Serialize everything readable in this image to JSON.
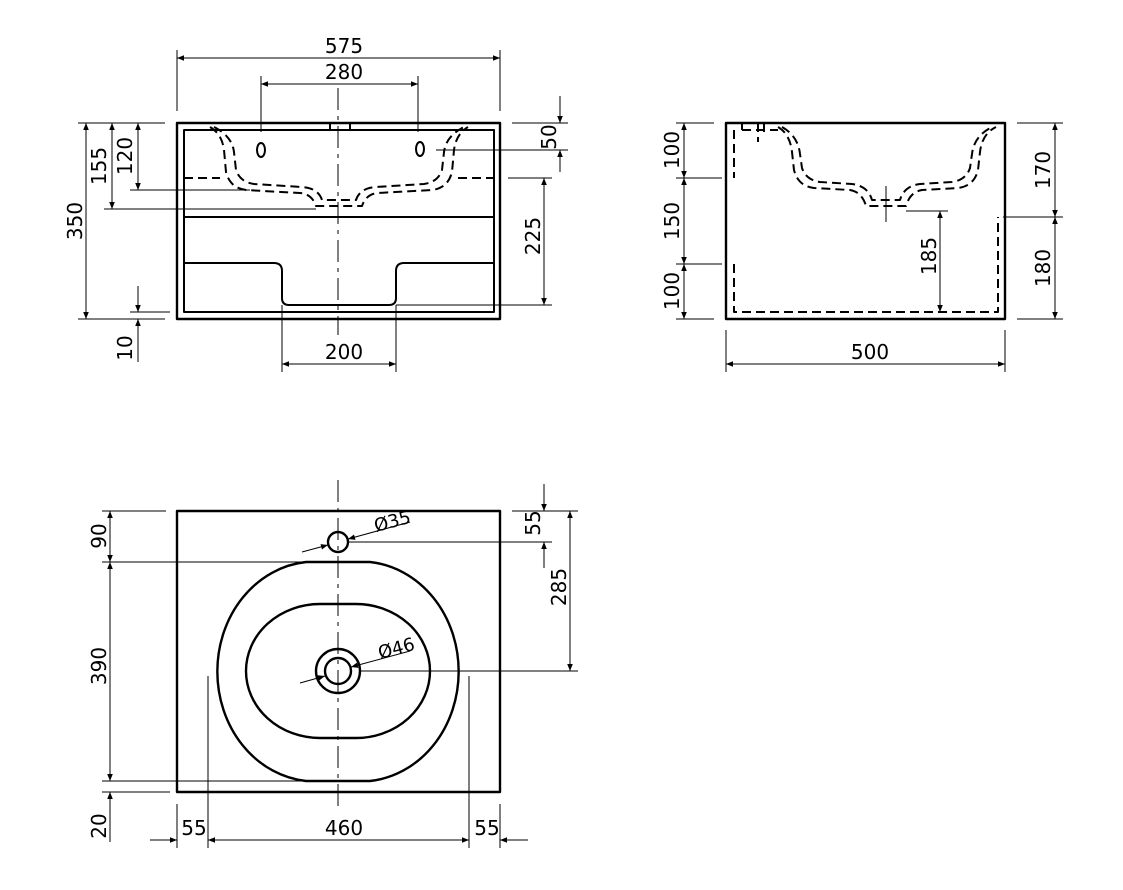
{
  "front_view": {
    "width_total": "575",
    "tap_spacing": "280",
    "height_total": "350",
    "height_155": "155",
    "height_120": "120",
    "offset_50": "50",
    "height_225": "225",
    "bottom_10": "10",
    "drawer_notch": "200"
  },
  "side_view": {
    "depth_total": "500",
    "left_100_top": "100",
    "left_150": "150",
    "left_100_bottom": "100",
    "right_170": "170",
    "right_180": "180",
    "inner_185": "185"
  },
  "top_view": {
    "dim_90": "90",
    "dim_390": "390",
    "dim_20": "20",
    "dim_55_top": "55",
    "dim_285": "285",
    "tap_hole": "Ø35",
    "drain_hole": "Ø46",
    "dim_55_left": "55",
    "dim_460": "460",
    "dim_55_right": "55"
  }
}
